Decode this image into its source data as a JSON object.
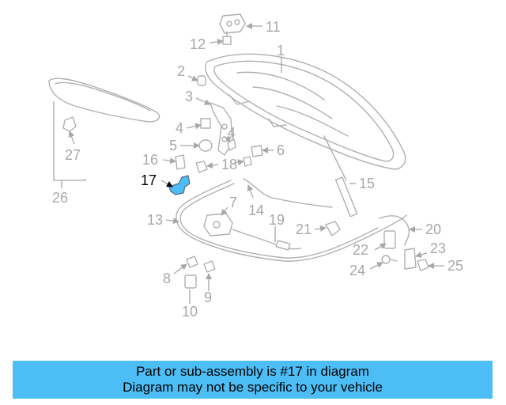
{
  "diagram": {
    "highlight_color": "#4dbdf5",
    "labels": {
      "l1": "1",
      "l2": "2",
      "l3": "3",
      "l4a": "4",
      "l4b": "4",
      "l5": "5",
      "l6": "6",
      "l7": "7",
      "l8": "8",
      "l9": "9",
      "l10": "10",
      "l11": "11",
      "l12": "12",
      "l13": "13",
      "l14": "14",
      "l15": "15",
      "l16": "16",
      "l17": "17",
      "l18": "18",
      "l19": "19",
      "l20": "20",
      "l21": "21",
      "l22": "22",
      "l23": "23",
      "l24": "24",
      "l25": "25",
      "l26": "26",
      "l27": "27"
    }
  },
  "banner": {
    "background": "#4dbdf5",
    "line1": "Part or sub-assembly is #17 in diagram",
    "line2": "Diagram may not be specific to your vehicle"
  }
}
